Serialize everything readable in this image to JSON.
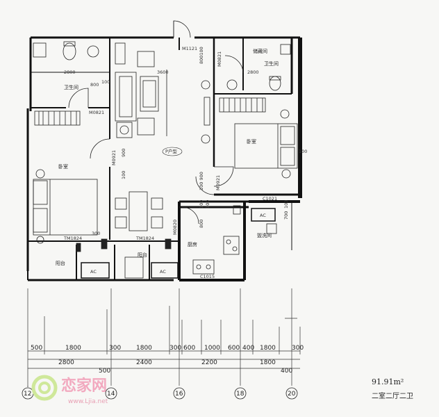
{
  "rooms": {
    "bath_left": "卫生间",
    "bedroom_left": "卧室",
    "bedroom_right": "卧室",
    "balcony_left": "阳台",
    "balcony_mid": "阳台",
    "kitchen": "厨房",
    "bath_right": "卫生间",
    "wash_area": "盥洗间",
    "storage": "储藏间",
    "unit_label": "P户型"
  },
  "codes": {
    "m1121": "M1121",
    "m0821_a": "M0821",
    "m0821_b": "M0821",
    "m0921_a": "M0921",
    "m0921_b": "M0921",
    "m0820": "M0820",
    "tm1824_a": "TM1824",
    "tm1824_b": "TM1824",
    "c1021": "C1021",
    "c1015": "C1015",
    "ac_a": "AC",
    "ac_b": "AC",
    "ac_c": "AC"
  },
  "inner_dims": {
    "d2800a": "2800",
    "d3600": "3600",
    "d2800b": "2800",
    "d800a": "800",
    "d100a": "100",
    "d800100": "800100",
    "d900a": "900",
    "d100b": "100",
    "d100900": "100 900",
    "d100c": "100",
    "d900b": "900",
    "d800b": "800",
    "d300": "300",
    "d100d": "100",
    "d700": "700",
    "d100e": "100"
  },
  "dims_row1": [
    "500",
    "1800",
    "300",
    "1800",
    "300",
    "600",
    "1000",
    "600",
    "400",
    "1800",
    "300"
  ],
  "dims_row2": [
    "2800",
    "2400",
    "2200",
    "1800"
  ],
  "dims_row3": [
    "500",
    "400"
  ],
  "axes": [
    "12",
    "14",
    "16",
    "18",
    "20"
  ],
  "area": "91.91m²",
  "layout_type": "二室二厅二卫",
  "watermark": {
    "brand": "恋家网",
    "url": "www.Ljia.net"
  }
}
